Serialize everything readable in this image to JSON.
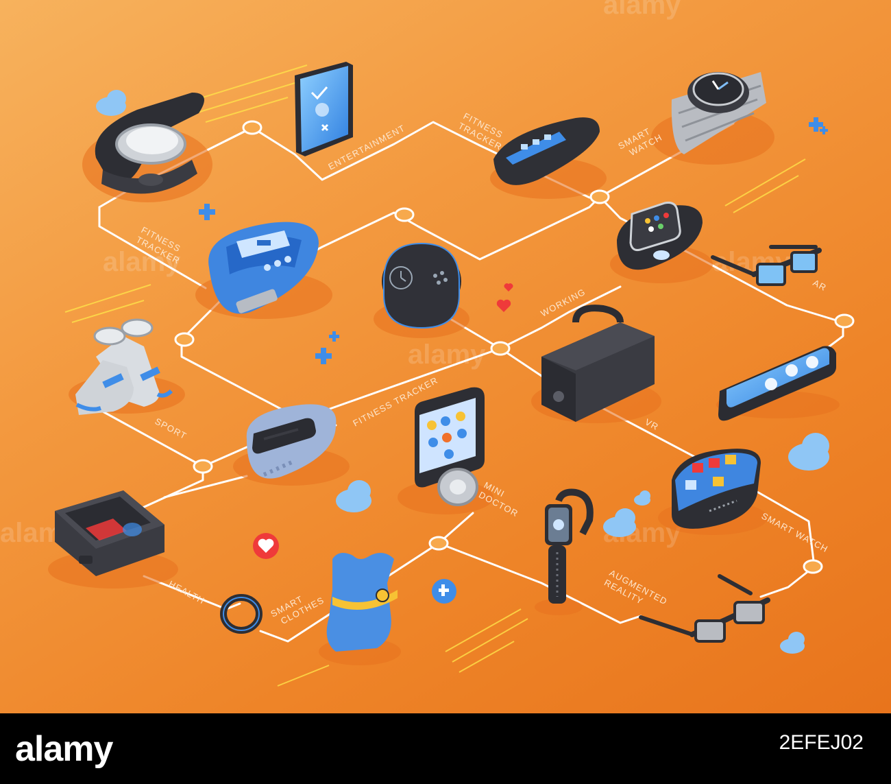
{
  "labels": {
    "entertainment": "ENTERTAINMENT",
    "fitness_tracker_top": [
      "FITNESS",
      "TRACKER"
    ],
    "smart_watch_top": [
      "SMART",
      "WATCH"
    ],
    "fitness_tracker_left": [
      "FITNESS",
      "TRACKER"
    ],
    "working": "WORKING",
    "ar": "AR",
    "fitness_tracker_center": "FITNESS TRACKER",
    "sport": "SPORT",
    "vr": "VR",
    "mini_doctor": [
      "MINI",
      "DOCTOR"
    ],
    "smart_watch_right": "SMART WATCH",
    "health": "HEALTH",
    "smart_clothes": [
      "SMART",
      "CLOTHES"
    ],
    "augmented_reality": [
      "AUGMENTED",
      "REALITY"
    ]
  },
  "watermark": "alamy",
  "footer": {
    "logo": "alamy",
    "image_id": "2EFEJ02"
  },
  "colors": {
    "background": "#f39a40",
    "line": "#ffffff",
    "node": "#f7a94c",
    "accent_blue": "#3f8de8",
    "device_dark": "#35363d"
  }
}
